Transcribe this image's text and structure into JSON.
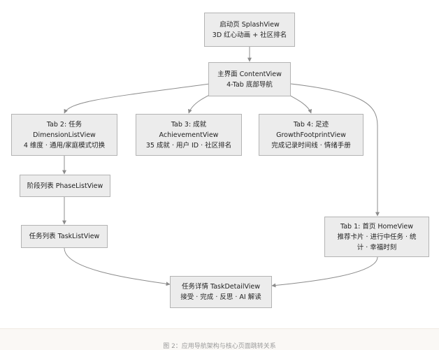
{
  "nodes": {
    "splash": {
      "line1": "启动页 SplashView",
      "line2": "3D 红心动画 + 社区排名"
    },
    "content": {
      "line1": "主界面 ContentView",
      "line2": "4-Tab 底部导航"
    },
    "dimension": {
      "line1": "Tab 2: 任务",
      "line2": "DimensionListView",
      "line3": "4 维度 · 通用/家庭模式切换"
    },
    "achievement": {
      "line1": "Tab 3: 成就",
      "line2": "AchievementView",
      "line3": "35 成就 · 用户 ID · 社区排名"
    },
    "footprint": {
      "line1": "Tab 4: 足迹",
      "line2": "GrowthFootprintView",
      "line3": "完成记录时间线 · 情绪手册"
    },
    "phase": {
      "line1": "阶段列表 PhaseListView"
    },
    "tasklist": {
      "line1": "任务列表 TaskListView"
    },
    "home": {
      "line1": "Tab 1: 首页 HomeView",
      "line2": "推荐卡片 · 进行中任务 · 统",
      "line3": "计 · 幸福时刻"
    },
    "taskdetail": {
      "line1": "任务详情 TaskDetailView",
      "line2": "接受 · 完成 · 反思 · AI 解读"
    }
  },
  "caption": "图 2：应用导航架构与核心页面跳转关系",
  "colors": {
    "node_fill": "#ececec",
    "node_border": "#b3b3b3",
    "edge": "#8c8c8c"
  }
}
